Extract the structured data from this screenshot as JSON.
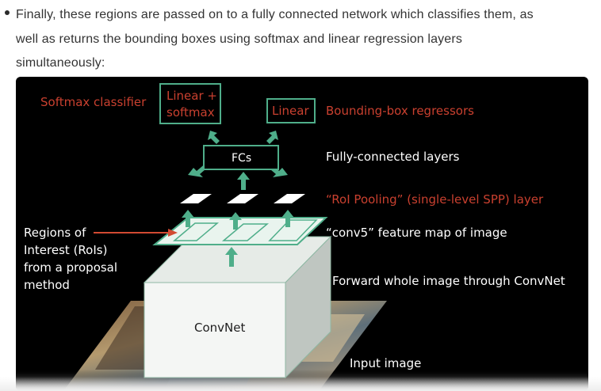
{
  "paragraph": {
    "line1": "Finally, these regions are passed on to a fully connected network which classifies them, as",
    "line2": "well as returns the bounding boxes using softmax and linear regression layers",
    "line3": "simultaneously:"
  },
  "figure": {
    "softmax_classifier": "Softmax classifier",
    "linear_softmax_line1": "Linear +",
    "linear_softmax_line2": "softmax",
    "linear": "Linear",
    "bbox_regressors": "Bounding-box regressors",
    "fcs": "FCs",
    "fc_layers": "Fully-connected layers",
    "roi_pooling": "“RoI Pooling” (single-level SPP) layer",
    "regions_line1": "Regions of",
    "regions_line2": "Interest (RoIs)",
    "regions_line3": "from a proposal",
    "regions_line4": "method",
    "conv5": "“conv5” feature map of image",
    "forward": "Forward whole image through ConvNet",
    "convnet": "ConvNet",
    "input_image": "Input image"
  },
  "colors": {
    "accent_green": "#4fae8a",
    "label_red": "#c9402f",
    "cube_face": "#f4f6f4"
  }
}
